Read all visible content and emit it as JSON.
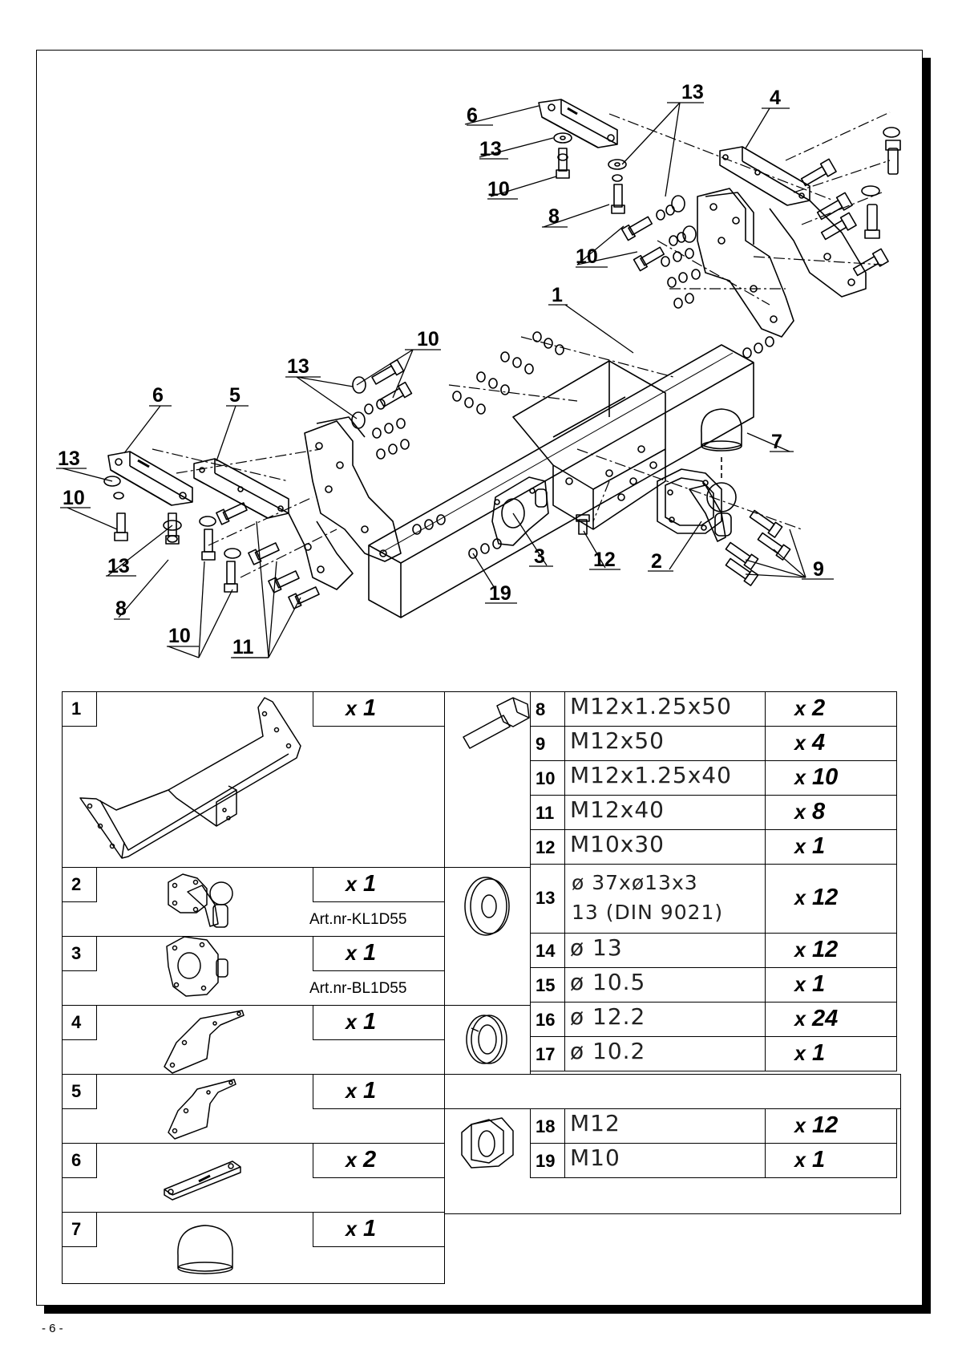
{
  "diagram": {
    "callouts": [
      "1",
      "2",
      "3",
      "4",
      "5",
      "6",
      "6",
      "7",
      "8",
      "8",
      "9",
      "10",
      "10",
      "10",
      "10",
      "10",
      "11",
      "12",
      "13",
      "13",
      "13",
      "13",
      "13",
      "19"
    ]
  },
  "parts": [
    {
      "num": "1",
      "qty": "1"
    },
    {
      "num": "2",
      "qty": "1",
      "art": "Art.nr-KL1D55"
    },
    {
      "num": "3",
      "qty": "1",
      "art": "Art.nr-BL1D55"
    },
    {
      "num": "4",
      "qty": "1"
    },
    {
      "num": "5",
      "qty": "1"
    },
    {
      "num": "6",
      "qty": "2"
    },
    {
      "num": "7",
      "qty": "1"
    }
  ],
  "hardware": [
    {
      "num": "8",
      "spec": "M12x1.25x50",
      "qty": "2"
    },
    {
      "num": "9",
      "spec": "M12x50",
      "qty": "4"
    },
    {
      "num": "10",
      "spec": "M12x1.25x40",
      "qty": "10"
    },
    {
      "num": "11",
      "spec": "M12x40",
      "qty": "8"
    },
    {
      "num": "12",
      "spec": "M10x30",
      "qty": "1"
    },
    {
      "num": "13",
      "spec": "ø 37xø13x3",
      "spec2": "13  (DIN 9021)",
      "qty": "12"
    },
    {
      "num": "14",
      "spec": "ø 13",
      "qty": "12"
    },
    {
      "num": "15",
      "spec": "ø 10.5",
      "qty": "1"
    },
    {
      "num": "16",
      "spec": "ø 12.2",
      "qty": "24"
    },
    {
      "num": "17",
      "spec": "ø 10.2",
      "qty": "1"
    },
    {
      "num": "18",
      "spec": "M12",
      "qty": "12"
    },
    {
      "num": "19",
      "spec": "M10",
      "qty": "1"
    }
  ],
  "qty_prefix": "x",
  "page_number": "- 6 -"
}
